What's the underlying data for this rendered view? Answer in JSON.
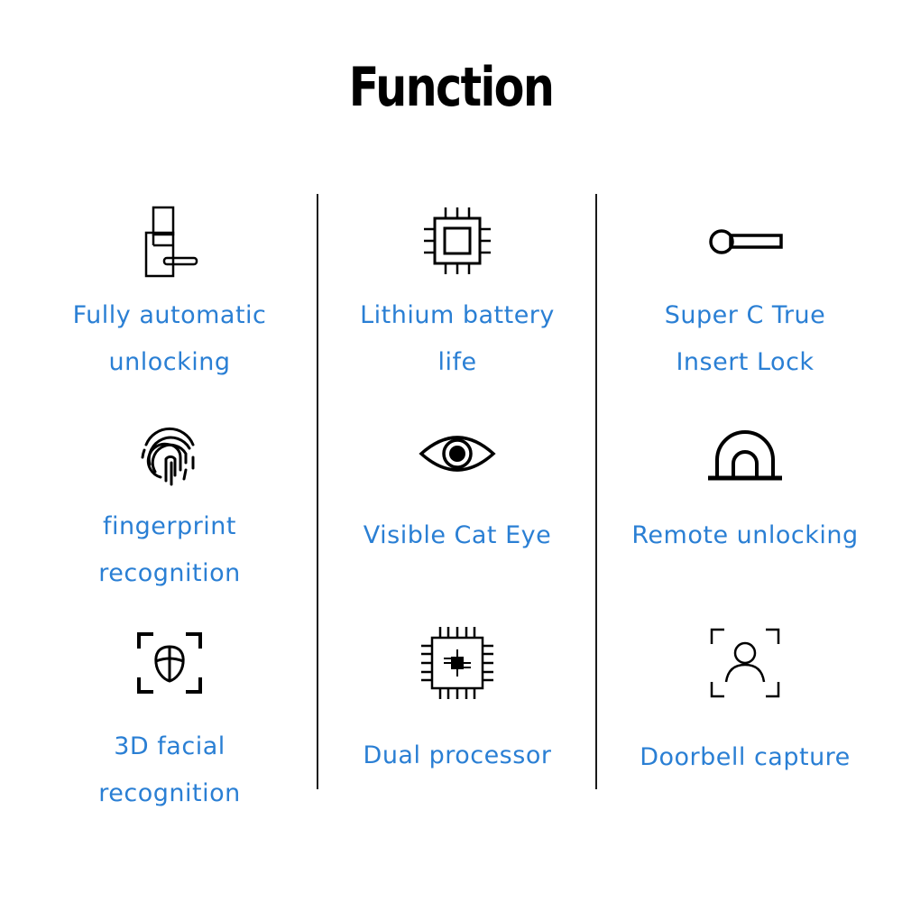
{
  "page": {
    "title": "Function"
  },
  "colors": {
    "label": "#2a7fd4",
    "icon": "#000000",
    "divider": "#1a1a1a"
  },
  "features": [
    {
      "label": "Fully automatic\nunlocking",
      "icon": "door-handle-icon"
    },
    {
      "label": "Lithium battery\nlife",
      "icon": "chip-icon"
    },
    {
      "label": "Super C True\nInsert Lock",
      "icon": "key-cylinder-icon"
    },
    {
      "label": "fingerprint\nrecognition",
      "icon": "fingerprint-icon"
    },
    {
      "label": "Visible Cat Eye",
      "icon": "eye-icon"
    },
    {
      "label": "Remote unlocking",
      "icon": "remote-dome-icon"
    },
    {
      "label": "3D facial\nrecognition",
      "icon": "face-scan-icon"
    },
    {
      "label": "Dual processor",
      "icon": "processor-icon"
    },
    {
      "label": "Doorbell capture",
      "icon": "person-capture-icon"
    }
  ]
}
